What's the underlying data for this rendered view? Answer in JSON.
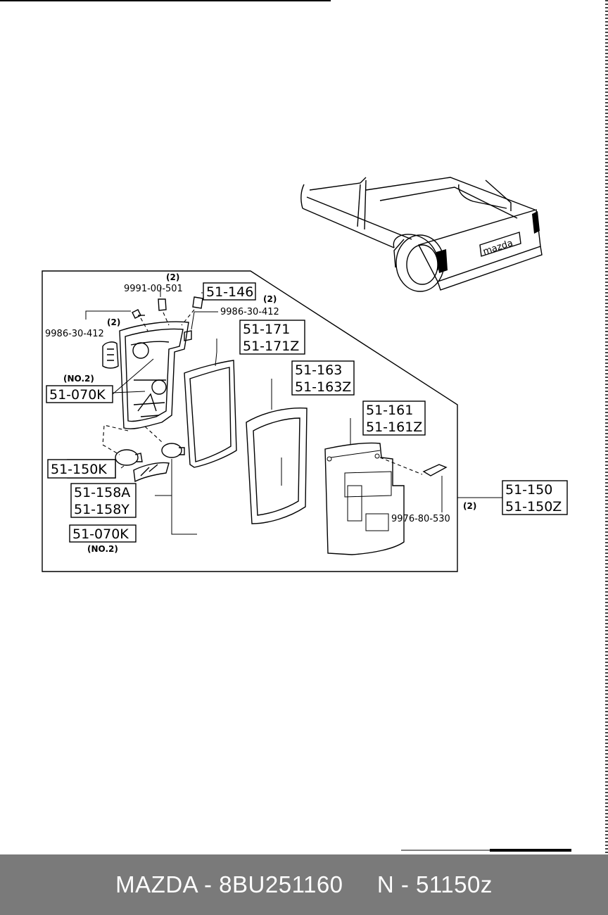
{
  "parts": {
    "p_9991_00_501": "9991-00-501",
    "p_9991_qty": "(2)",
    "p_51_146": "51-146",
    "p_9986_30_412_right": "9986-30-412",
    "p_9986_right_qty": "(2)",
    "p_9986_30_412_left": "9986-30-412",
    "p_9986_left_qty": "(2)",
    "p_51_171": "51-171",
    "p_51_171z": "51-171Z",
    "p_no2_top": "(NO.2)",
    "p_51_070k_top": "51-070K",
    "p_51_163": "51-163",
    "p_51_163z": "51-163Z",
    "p_51_161": "51-161",
    "p_51_161z": "51-161Z",
    "p_51_150k": "51-150K",
    "p_51_158a": "51-158A",
    "p_51_158y": "51-158Y",
    "p_51_070k_bottom": "51-070K",
    "p_no2_bottom": "(NO.2)",
    "p_9976_80_530": "9976-80-530",
    "p_9976_qty": "(2)",
    "p_51_150": "51-150",
    "p_51_150z": "51-150Z"
  },
  "truck": {
    "badge": "mazda"
  },
  "footer": {
    "caption": "MAZDA - 8BU251160     N - 51150z"
  }
}
